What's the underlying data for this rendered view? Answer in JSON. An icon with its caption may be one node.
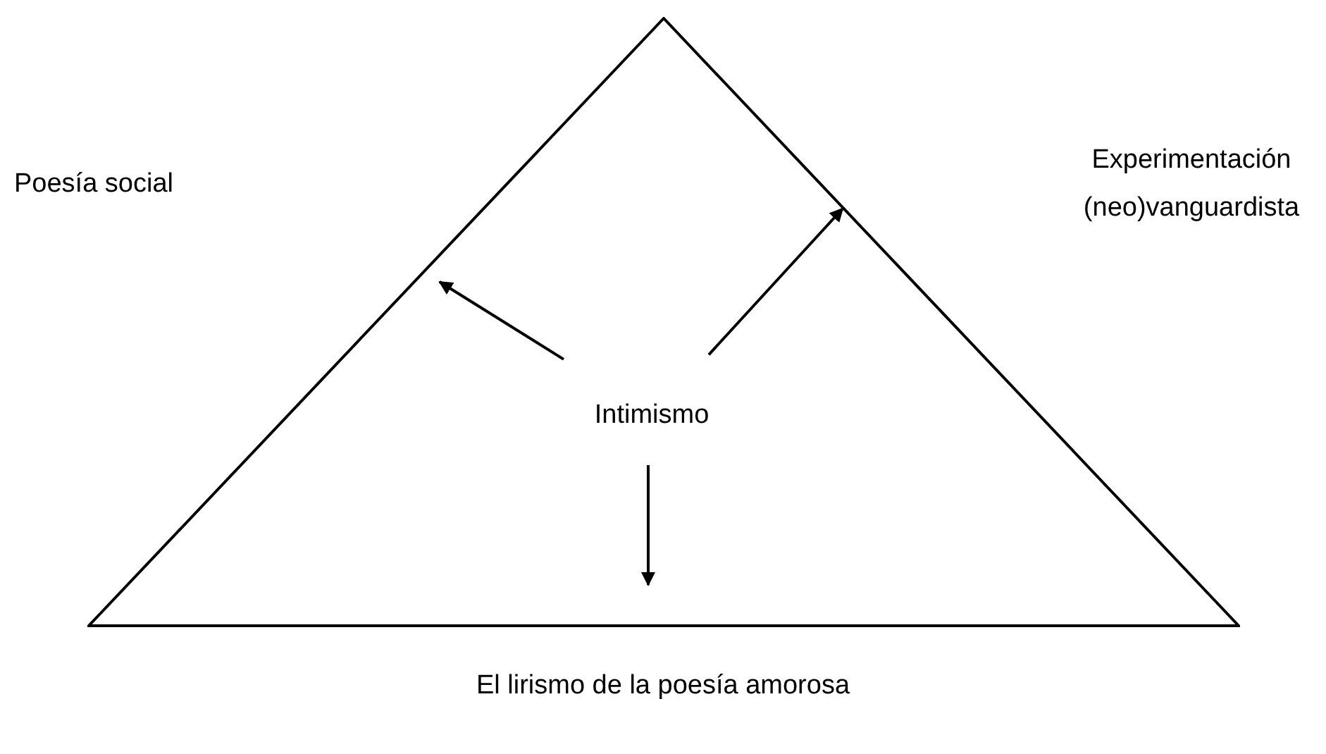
{
  "diagram": {
    "nodes": [
      {
        "text": [],
        "shape": "triangle"
      },
      {
        "text": [
          "Intimismo"
        ],
        "in": 0
      }
    ],
    "edges": [
      {
        "from": 1,
        "to": null,
        "arrow": "to"
      },
      {
        "from": 1,
        "to": null,
        "arrow": "to"
      },
      {
        "from": 1,
        "to": null,
        "arrow": "to"
      }
    ],
    "labels": [
      "Poesía social",
      "Experimentación (neo)vanguardista",
      "El lirismo de la poesía amorosa"
    ]
  }
}
